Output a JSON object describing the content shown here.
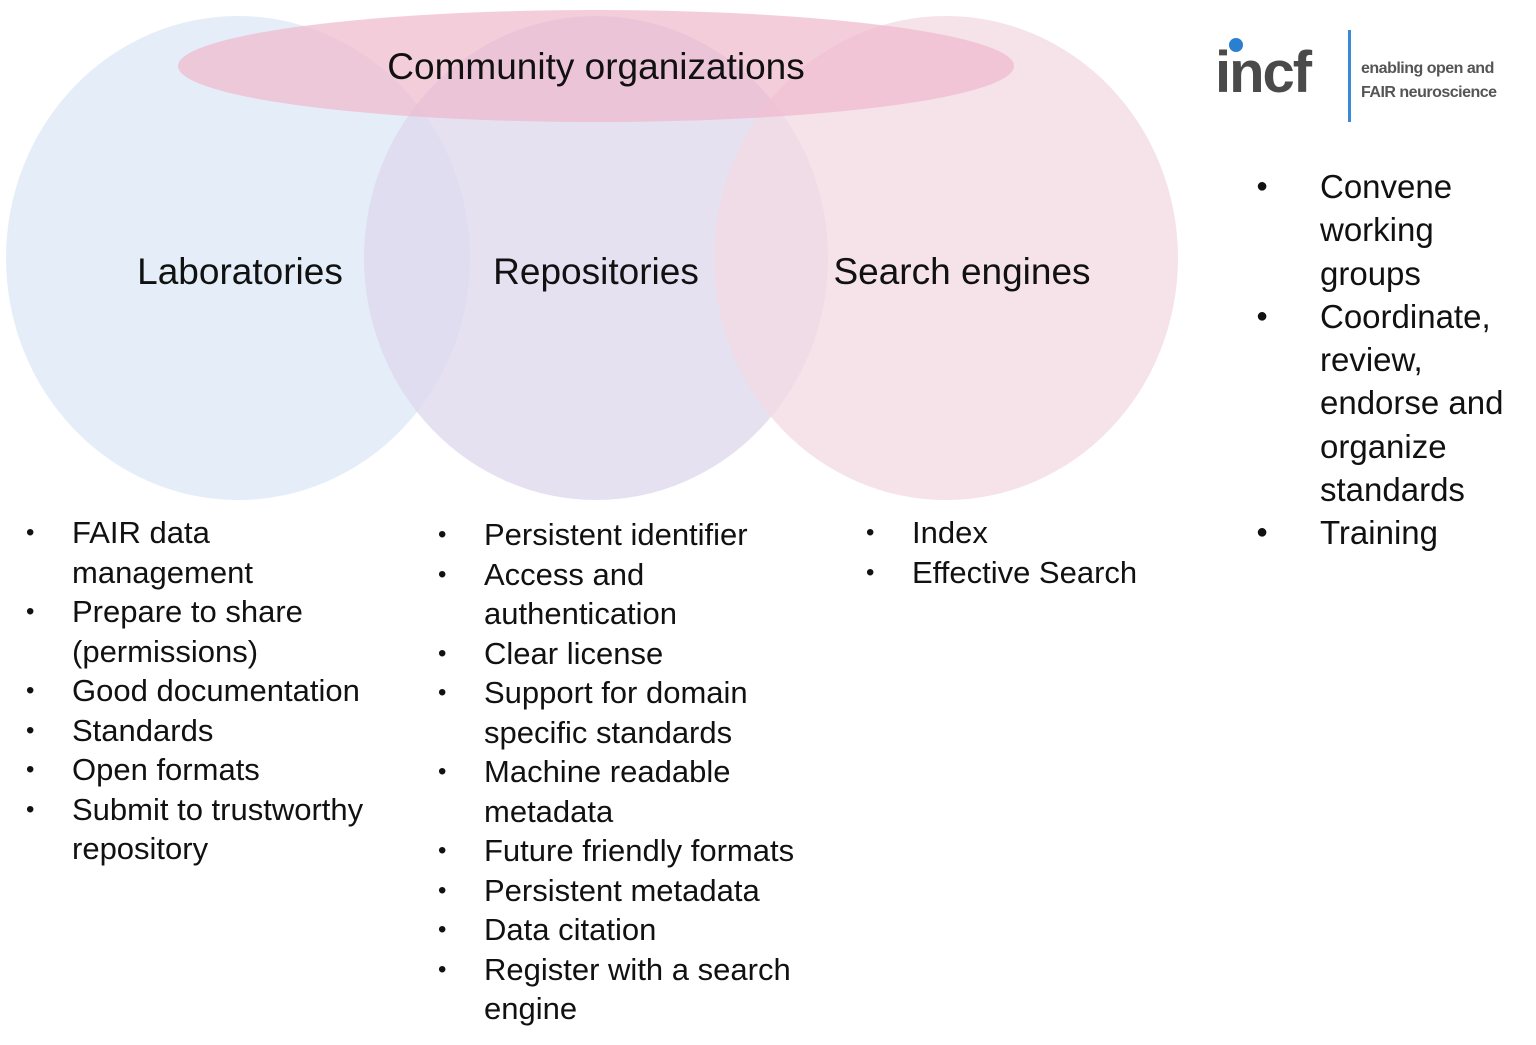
{
  "banner": {
    "label": "Community organizations"
  },
  "circles": [
    {
      "label": "Laboratories",
      "color": "#dce8f5"
    },
    {
      "label": "Repositories",
      "color": "#dcd7ec"
    },
    {
      "label": "Search engines",
      "color": "#f2d9e2"
    }
  ],
  "banner_color": "#f0b8cc",
  "laboratories": {
    "items": [
      "FAIR data\nmanagement",
      "Prepare to share\n(permissions)",
      "Good documentation",
      " Standards",
      "Open formats",
      "Submit to trustworthy\nrepository"
    ]
  },
  "repositories": {
    "items": [
      "Persistent identifier",
      "Access and\nauthentication",
      "Clear license",
      "Support for domain\nspecific  standards",
      "Machine readable\nmetadata",
      "Future friendly formats",
      "Persistent metadata",
      "Data citation",
      "Register with a search\nengine"
    ]
  },
  "search_engines": {
    "items": [
      "Index",
      "Effective Search"
    ]
  },
  "incf": {
    "logo_text": "incf",
    "tagline": "enabling open and\nFAIR neuroscience",
    "items": [
      "Convene\nworking\ngroups",
      "Coordinate,\nreview,\nendorse and\norganize\nstandards",
      "Training"
    ]
  }
}
